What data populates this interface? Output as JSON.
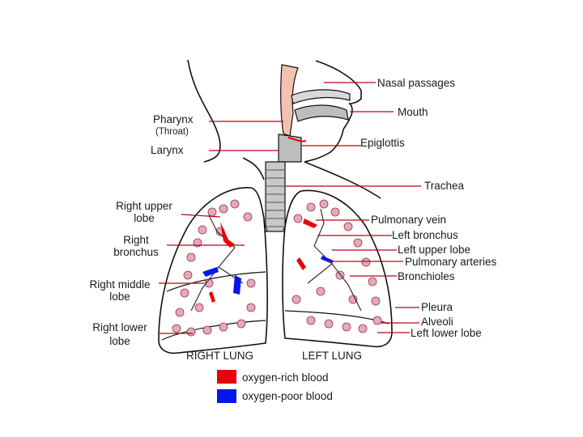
{
  "labels": {
    "nasal_passages": "Nasal passages",
    "mouth": "Mouth",
    "pharynx": "Pharynx",
    "throat": "(Throat)",
    "larynx": "Larynx",
    "epiglottis": "Epiglottis",
    "trachea": "Trachea",
    "right_upper_lobe_1": "Right upper",
    "right_upper_lobe_2": "lobe",
    "right_bronchus_1": "Right",
    "right_bronchus_2": "bronchus",
    "right_middle_lobe_1": "Right middle",
    "right_middle_lobe_2": "lobe",
    "right_lower_lobe_1": "Right lower",
    "right_lower_lobe_2": "lobe",
    "pulmonary_vein": "Pulmonary vein",
    "left_bronchus": "Left bronchus",
    "left_upper_lobe": "Left upper lobe",
    "pulmonary_arteries": "Pulmonary arteries",
    "bronchioles": "Bronchioles",
    "pleura": "Pleura",
    "alveoli": "Alveoli",
    "left_lower_lobe": "Left lower lobe",
    "right_lung": "RIGHT LUNG",
    "left_lung": "LEFT LUNG"
  },
  "legend": {
    "oxygen_rich": "oxygen-rich blood",
    "oxygen_poor": "oxygen-poor blood"
  },
  "colors": {
    "oxygen_rich": "#e8000b",
    "oxygen_poor": "#0018e8",
    "pharynx_tint": "#f4c1b0",
    "alveoli_tint": "#e8a8b8"
  }
}
